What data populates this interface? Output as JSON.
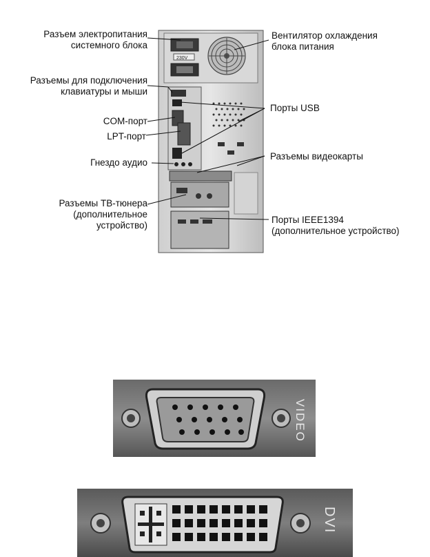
{
  "labels": {
    "power_connector": [
      "Разъем электропитания",
      "системного блока"
    ],
    "psu_fan": [
      "Вентилятор охлаждения",
      "блока питания"
    ],
    "kb_mouse": [
      "Разъемы для подключения",
      "клавиатуры и мыши"
    ],
    "com_port": "COM-порт",
    "lpt_port": "LPT-порт",
    "audio_jack": "Гнездо аудио",
    "usb_ports": "Порты USB",
    "video_ports": "Разъемы видеокарты",
    "tv_tuner": [
      "Разъемы ТВ-тюнера",
      "(дополнительное",
      "устройство)"
    ],
    "ieee1394": [
      "Порты IEEE1394",
      "(дополнительное устройство)"
    ]
  },
  "vga_photo": {
    "side_text": "VIDEO"
  },
  "dvi_photo": {
    "side_text": "DVI"
  },
  "psu_voltage_label": "230V"
}
